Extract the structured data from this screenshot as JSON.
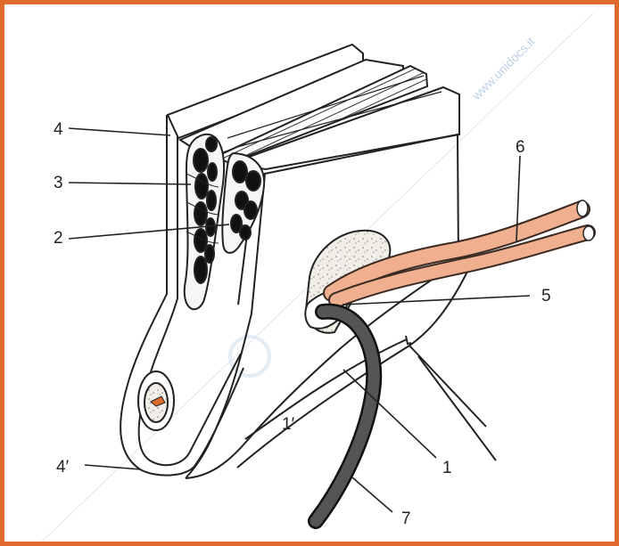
{
  "figure": {
    "border_color": "#e06a2b",
    "callouts": [
      {
        "id": "4",
        "text": "4"
      },
      {
        "id": "3",
        "text": "3"
      },
      {
        "id": "2",
        "text": "2"
      },
      {
        "id": "4prime",
        "text": "4′"
      },
      {
        "id": "6",
        "text": "6"
      },
      {
        "id": "5",
        "text": "5"
      },
      {
        "id": "1",
        "text": "1"
      },
      {
        "id": "1prime",
        "text": "1′"
      },
      {
        "id": "7",
        "text": "7"
      }
    ],
    "watermark": "www.unidocs.it",
    "colors": {
      "line": "#222222",
      "tube": "#f0b08f",
      "tube_edge": "#3a2a22",
      "drain": "#555555",
      "speckle": "#e8e4dc",
      "watermark": "#bdd0e6"
    }
  }
}
